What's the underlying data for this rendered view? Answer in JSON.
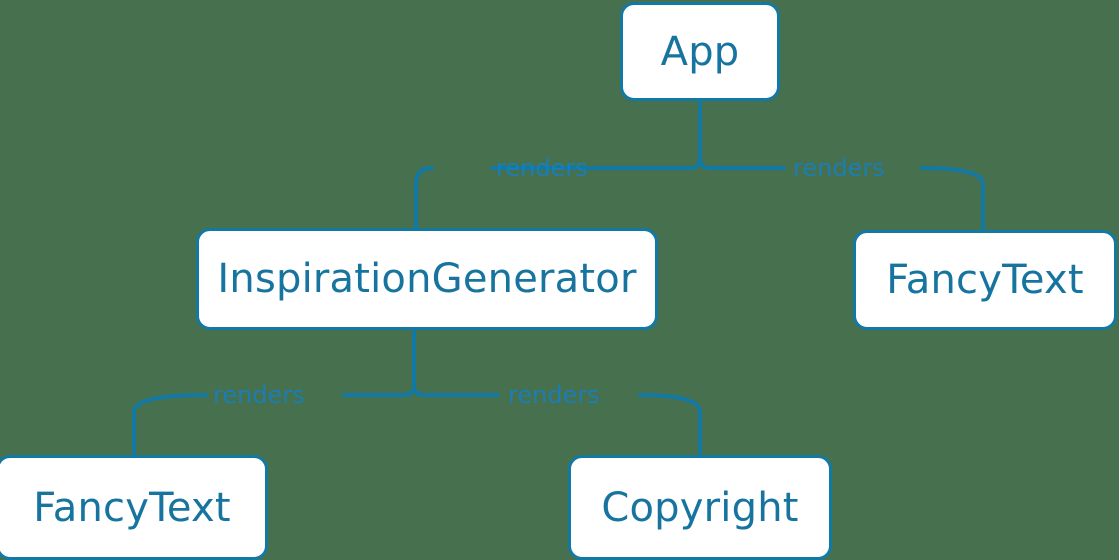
{
  "diagram": {
    "type": "component-tree",
    "background_color": "#47704f",
    "node_fill_color": "#ffffff",
    "node_border_color": "#1279a5",
    "node_text_color": "#17749f",
    "edge_color": "#1279a5",
    "edge_label_color": "#1b7eb3",
    "nodes": [
      {
        "id": "app",
        "label": "App"
      },
      {
        "id": "inspiration-generator",
        "label": "InspirationGenerator"
      },
      {
        "id": "fancy-text-right",
        "label": "FancyText"
      },
      {
        "id": "fancy-text-bottom",
        "label": "FancyText"
      },
      {
        "id": "copyright",
        "label": "Copyright"
      }
    ],
    "edges": [
      {
        "from": "app",
        "to": "inspiration-generator",
        "label": "renders"
      },
      {
        "from": "app",
        "to": "fancy-text-right",
        "label": "renders"
      },
      {
        "from": "inspiration-generator",
        "to": "fancy-text-bottom",
        "label": "renders"
      },
      {
        "from": "inspiration-generator",
        "to": "copyright",
        "label": "renders"
      }
    ]
  }
}
